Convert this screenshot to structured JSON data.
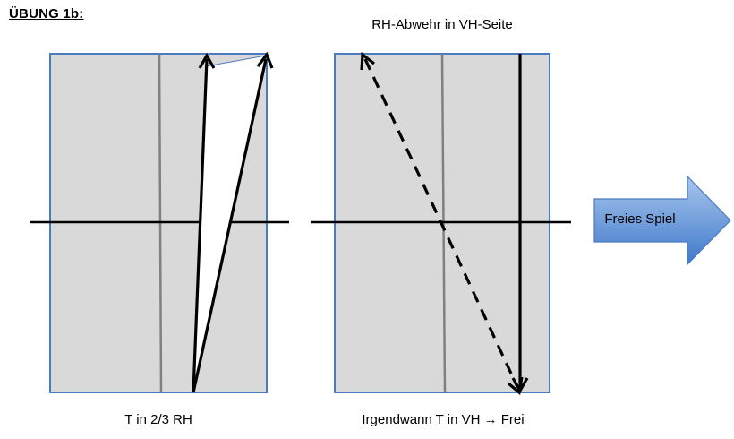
{
  "title": "ÜBUNG 1b:",
  "panels": {
    "left": {
      "caption_bottom": "T in 2/3 RH"
    },
    "right": {
      "caption_top": "RH-Abwehr in VH-Seite",
      "caption_bottom": "Irgendwann T in VH → Frei"
    }
  },
  "next_step": {
    "label": "Freies Spiel"
  },
  "colors": {
    "court_fill": "#d9d9d9",
    "court_border": "#4a7abf",
    "center_line": "#808080",
    "arrow_fill_top": "#a9c6ee",
    "arrow_fill_bottom": "#3f79c9",
    "arrow_border": "#4a7abf"
  },
  "icons": {
    "next_arrow": "right-block-arrow"
  }
}
